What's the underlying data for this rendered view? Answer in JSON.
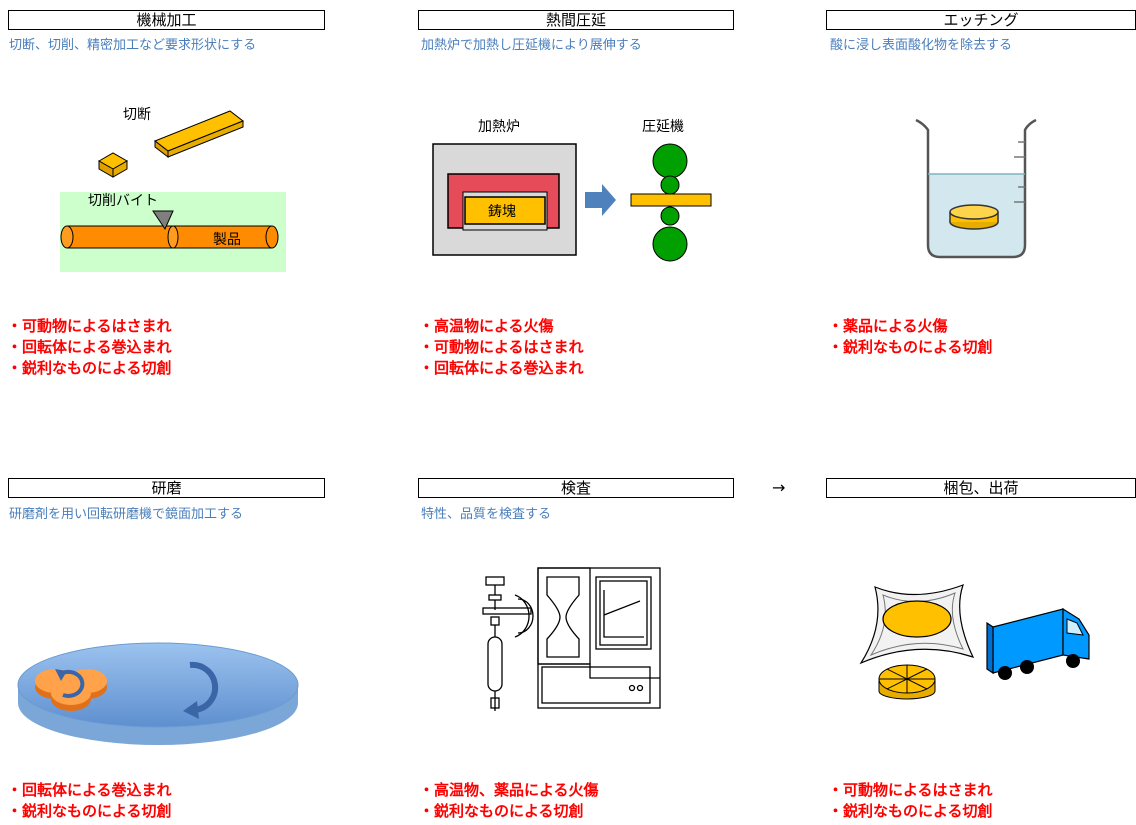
{
  "steps": [
    {
      "title": "機械加工",
      "description": "切断、切削、精密加工など要求形状にする",
      "labels": {
        "cut": "切断",
        "tool": "切削バイト",
        "product": "製品"
      },
      "hazards": [
        "・可動物によるはさまれ",
        "・回転体による巻込まれ",
        "・鋭利なものによる切創"
      ]
    },
    {
      "title": "熱間圧延",
      "description": "加熱炉で加熱し圧延機により展伸する",
      "labels": {
        "furnace": "加熱炉",
        "mill": "圧延機",
        "ingot": "鋳塊"
      },
      "hazards": [
        "・高温物による火傷",
        "・可動物によるはさまれ",
        "・回転体による巻込まれ"
      ]
    },
    {
      "title": "エッチング",
      "description": "酸に浸し表面酸化物を除去する",
      "hazards": [
        "・薬品による火傷",
        "・鋭利なものによる切創"
      ]
    },
    {
      "title": "研磨",
      "description": "研磨剤を用い回転研磨機で鏡面加工する",
      "hazards": [
        "・回転体による巻込まれ",
        "・鋭利なものによる切創"
      ]
    },
    {
      "title": "検査",
      "description": "特性、品質を検査する",
      "hazards": [
        "・高温物、薬品による火傷",
        "・鋭利なものによる切創"
      ]
    },
    {
      "title": "梱包、出荷",
      "description": "",
      "hazards": [
        "・可動物によるはさまれ",
        "・鋭利なものによる切創"
      ]
    }
  ],
  "connector": "→",
  "icons": [
    "cutting-illustration",
    "furnace-rolling-illustration",
    "beaker-illustration",
    "polisher-illustration",
    "tester-illustration",
    "shipping-illustration"
  ]
}
